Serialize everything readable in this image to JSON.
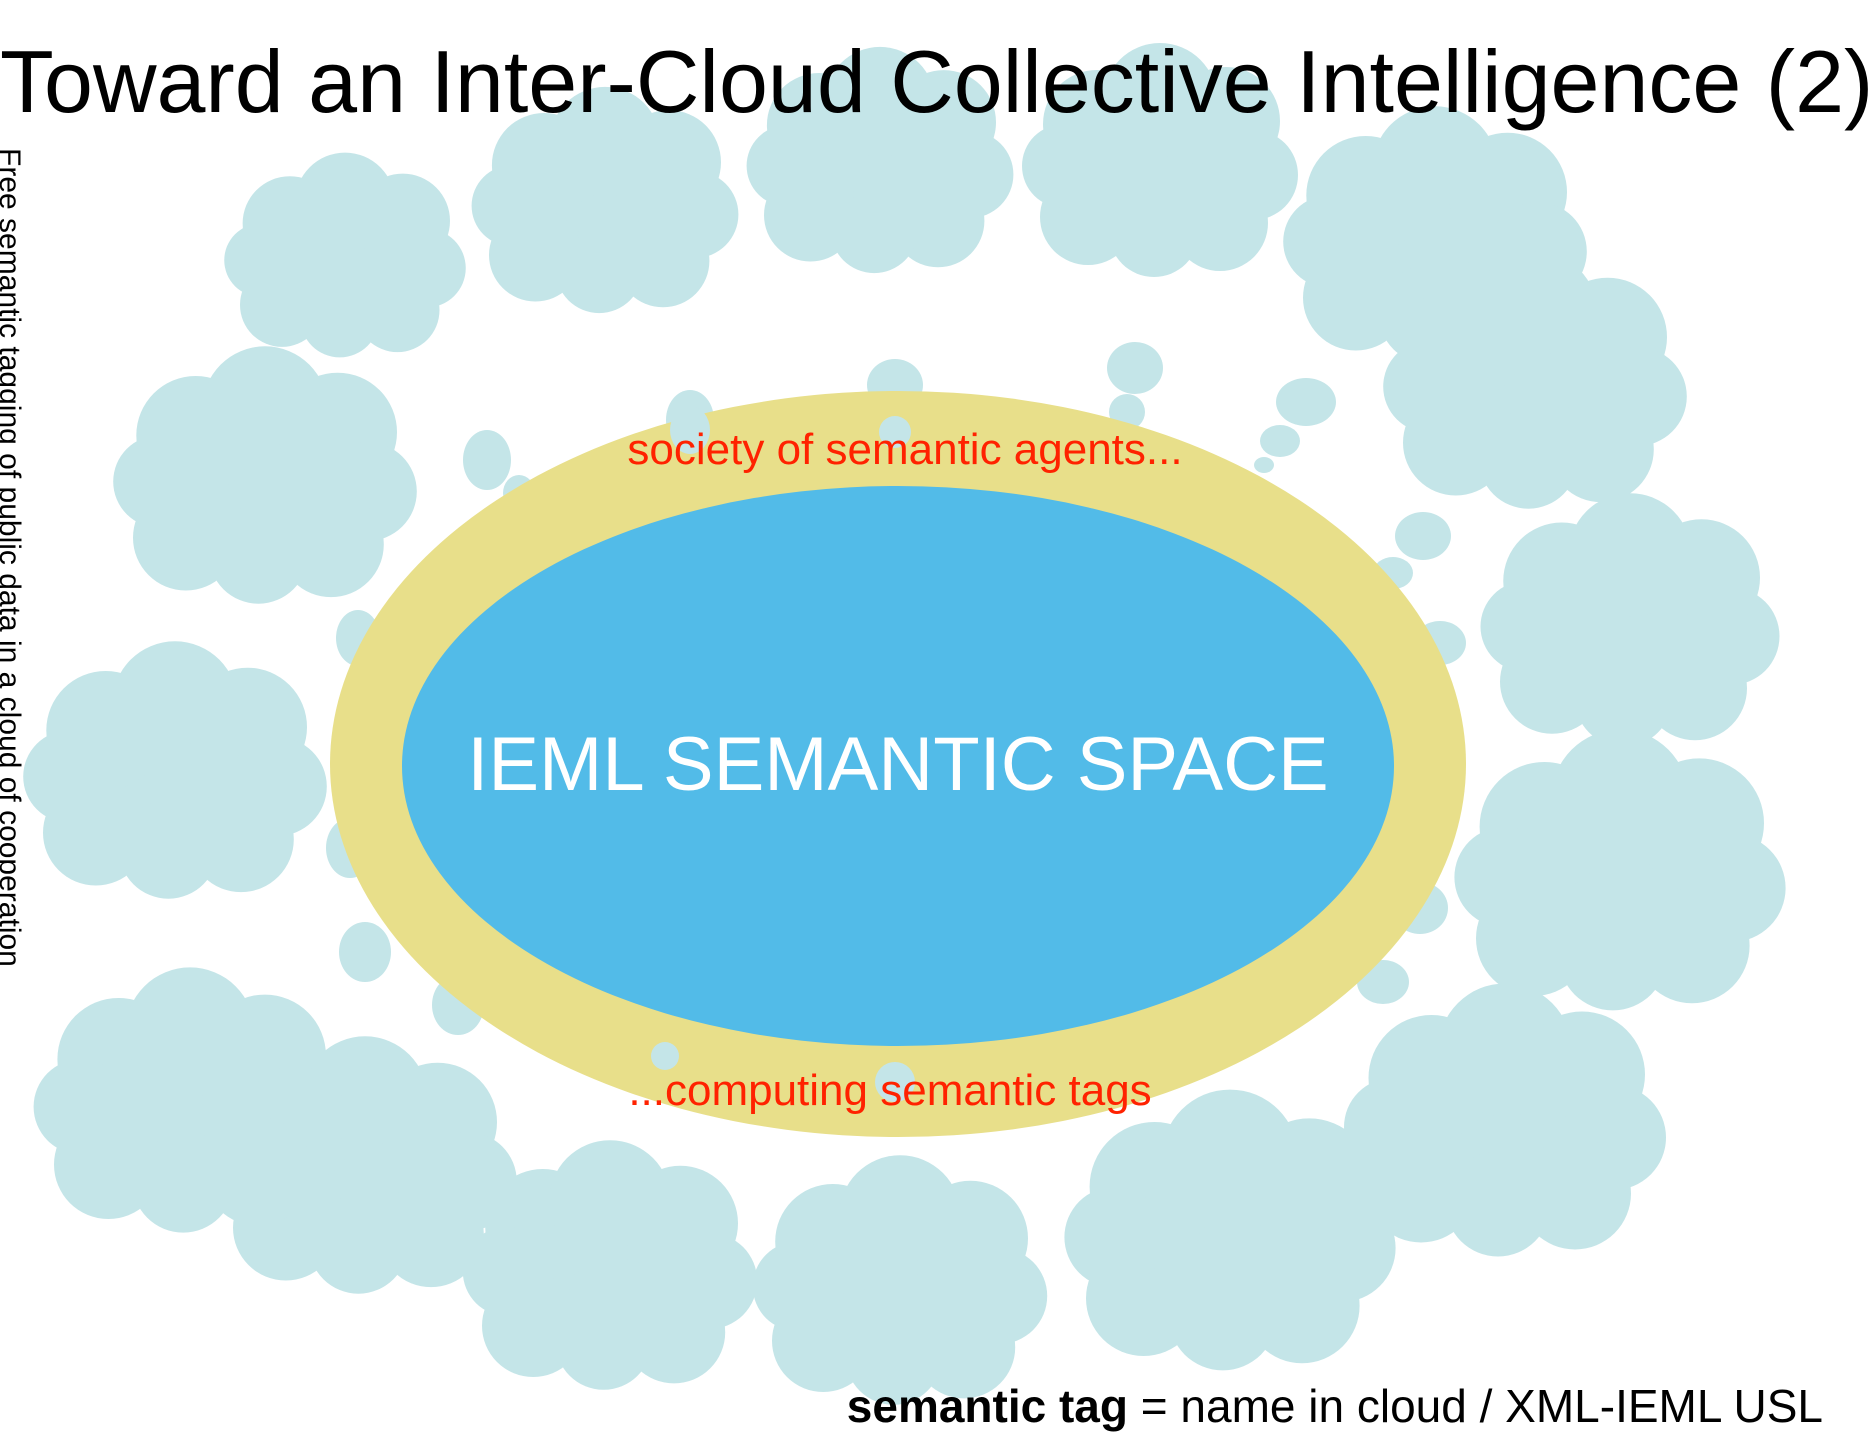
{
  "title": "Toward an Inter-Cloud Collective Intelligence (2)",
  "vertical_caption": "Free semantic tagging of public data in a cloud of cooperation",
  "diagram": {
    "center_label": "IEML SEMANTIC SPACE",
    "ring_label_top": "society of semantic agents...",
    "ring_label_bottom": "...computing semantic tags",
    "colors": {
      "ring": "#e8df8a",
      "center": "#52bbe8",
      "cloud": "#c4e5e8",
      "ring_text": "#ff2200",
      "center_text": "#ffffff"
    }
  },
  "footnote": {
    "term": "semantic tag",
    "definition": " = name in cloud / XML-IEML USL"
  }
}
